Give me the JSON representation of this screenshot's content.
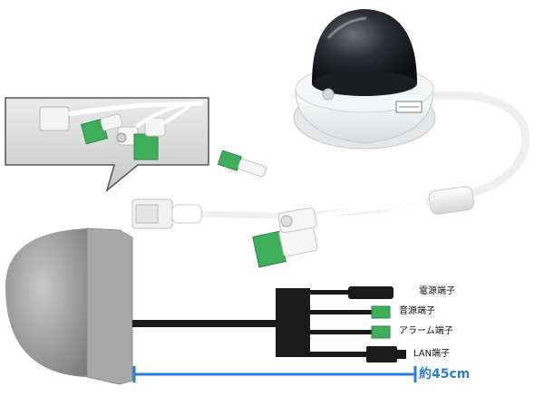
{
  "labels": {
    "power": "電源端子",
    "audio": "音源端子",
    "alarm": "アラーム端子",
    "lan": "LAN端子",
    "length": "約45cm"
  },
  "colors": {
    "accent": "#2a7fd4",
    "terminal_green": "#3fae5b",
    "cable": "#1a1a1a"
  }
}
